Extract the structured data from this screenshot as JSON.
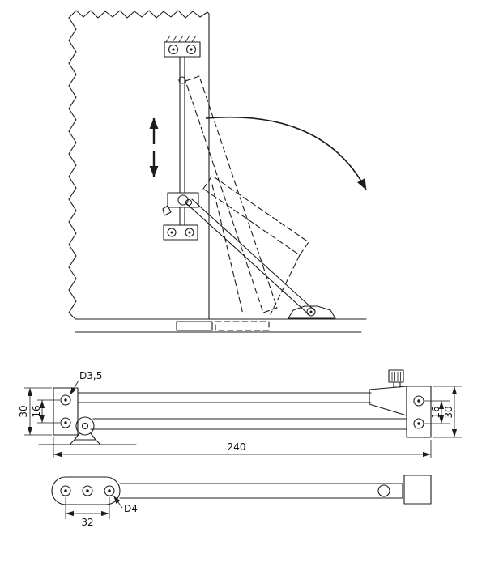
{
  "page": {
    "background": "#ffffff",
    "line_color": "#1c1c1c"
  },
  "side_view": {
    "hole_diameter_label": "D3,5",
    "left_plate_height": "30",
    "left_hole_spacing": "16",
    "right_hole_spacing": "16",
    "right_plate_height": "30",
    "overall_length": "240"
  },
  "plan_view": {
    "hole_spacing": "32",
    "hole_diameter_label": "D4"
  }
}
